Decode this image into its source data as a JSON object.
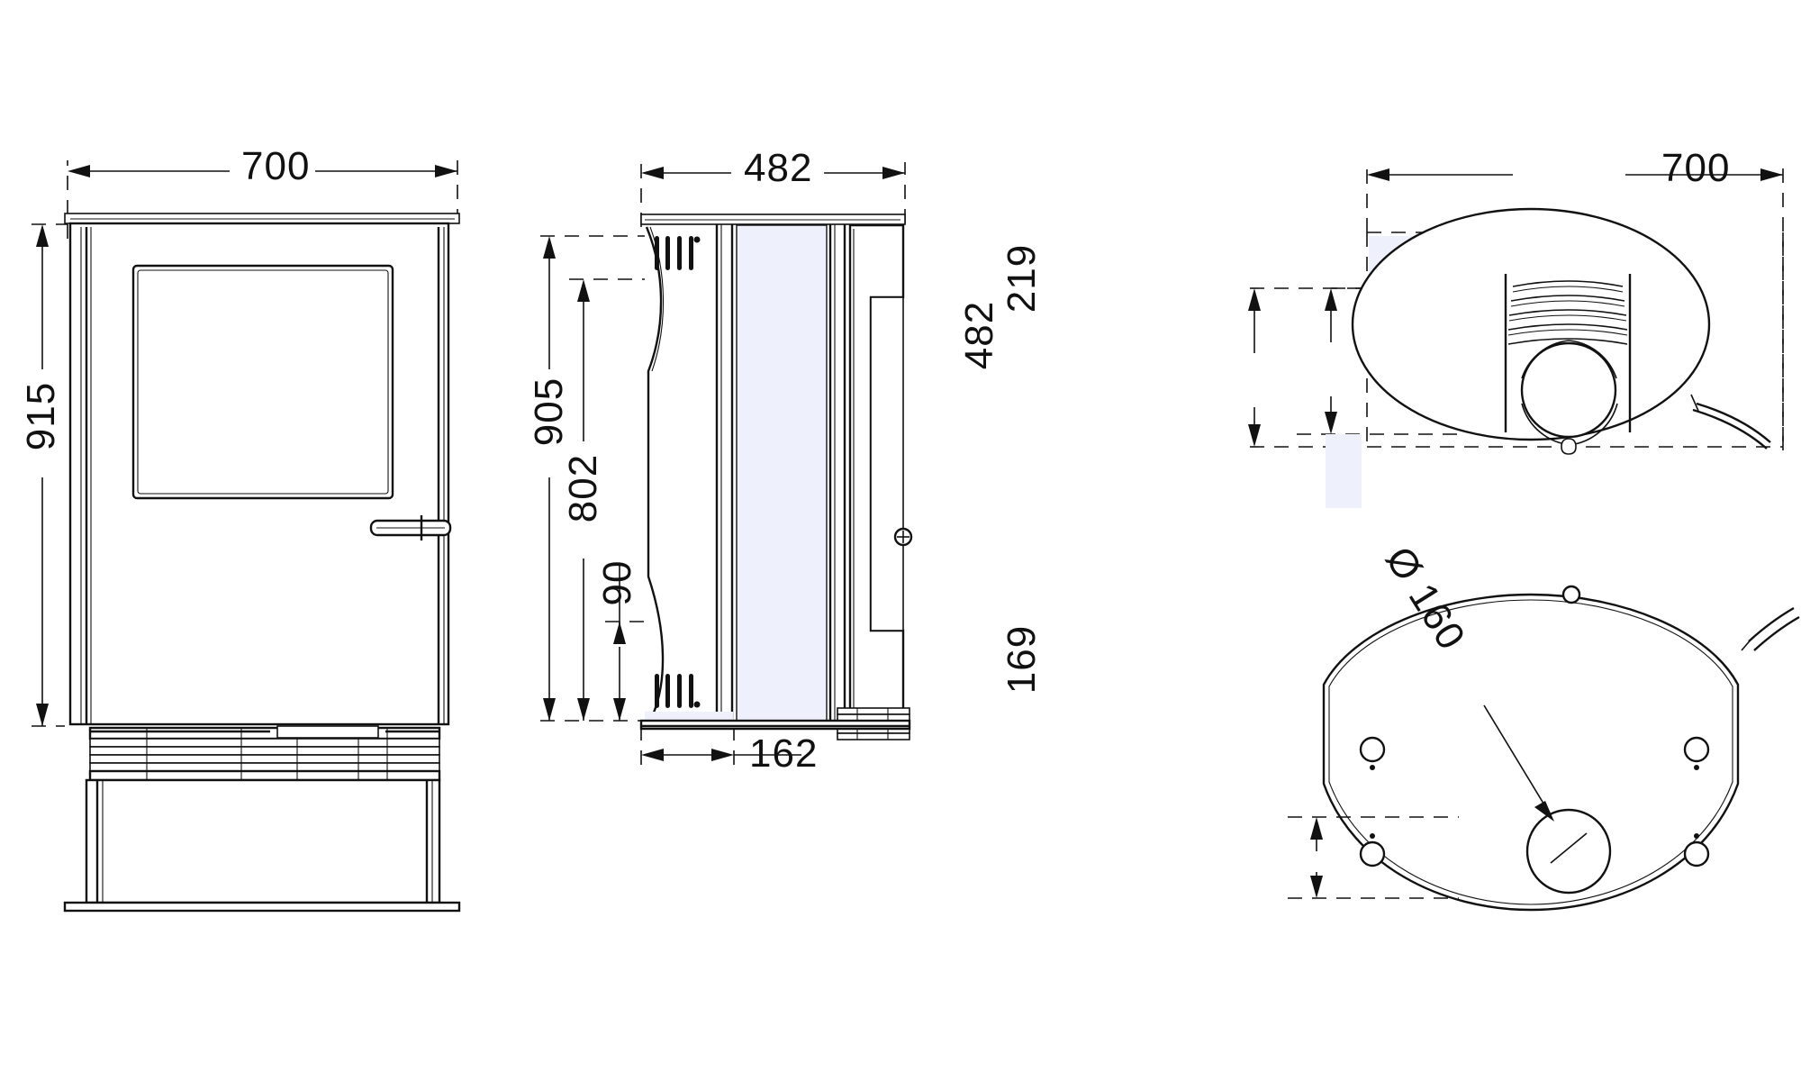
{
  "drawing": {
    "title": "Stove dimensional drawing",
    "units": "mm",
    "views": [
      {
        "name": "front-elevation",
        "position": "left"
      },
      {
        "name": "side-elevation",
        "position": "center"
      },
      {
        "name": "top-plan-view",
        "position": "top-right"
      },
      {
        "name": "bottom-plan-view",
        "position": "bottom-right"
      }
    ]
  },
  "dimensions": {
    "front_width": "700",
    "front_height": "915",
    "side_depth": "482",
    "side_total_height": "905",
    "side_upper_height": "802",
    "side_base_height": "90",
    "side_base_depth": "162",
    "plan_width": "700",
    "plan_depth": "482",
    "plan_offset": "219",
    "flue_diameter": "Ø 160",
    "bottom_offset": "169"
  },
  "colors": {
    "line": "#111111",
    "glass": "#eef1fb",
    "background": "#ffffff"
  }
}
